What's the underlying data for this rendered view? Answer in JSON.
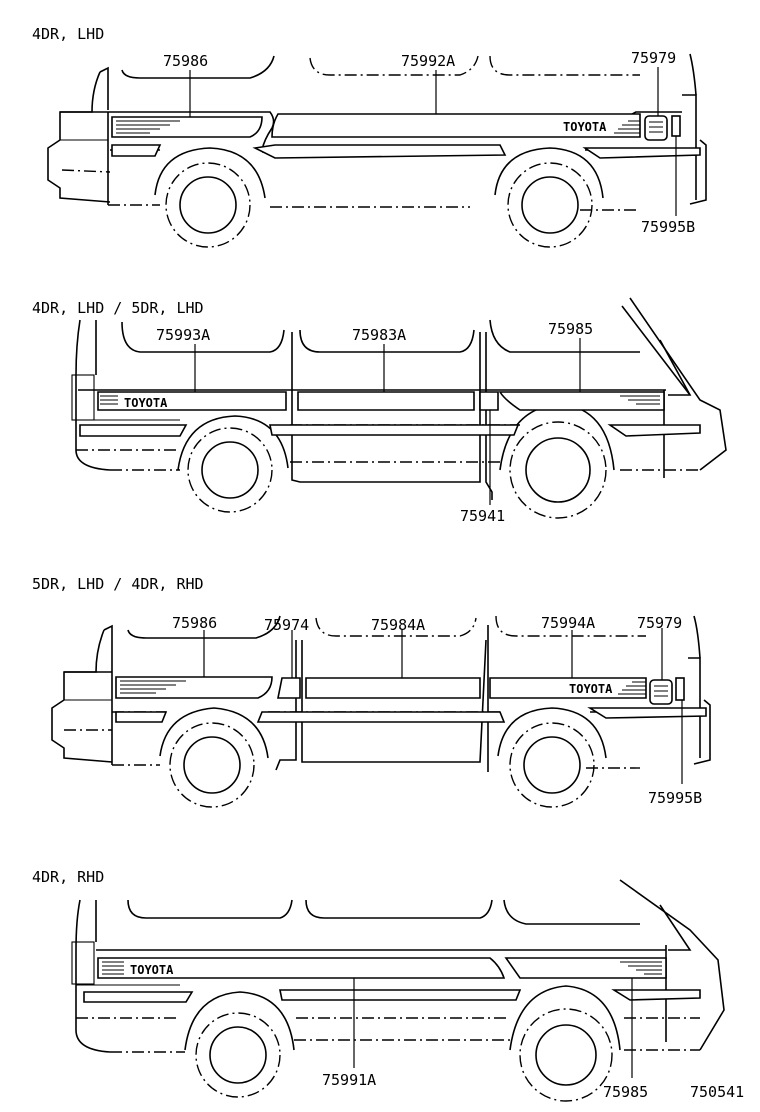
{
  "diagrams": [
    {
      "title": "4DR, LHD",
      "emblem": "TOYOTA",
      "callouts": [
        "75986",
        "75992A",
        "75979",
        "75995B"
      ]
    },
    {
      "title": "4DR, LHD / 5DR, LHD",
      "emblem": "TOYOTA",
      "callouts": [
        "75993A",
        "75983A",
        "75985",
        "75941"
      ]
    },
    {
      "title": "5DR, LHD / 4DR, RHD",
      "emblem": "TOYOTA",
      "callouts": [
        "75986",
        "75974",
        "75984A",
        "75994A",
        "75979",
        "75995B"
      ]
    },
    {
      "title": "4DR, RHD",
      "emblem": "TOYOTA",
      "callouts": [
        "75991A",
        "75985"
      ]
    }
  ],
  "figure_number": "750541"
}
